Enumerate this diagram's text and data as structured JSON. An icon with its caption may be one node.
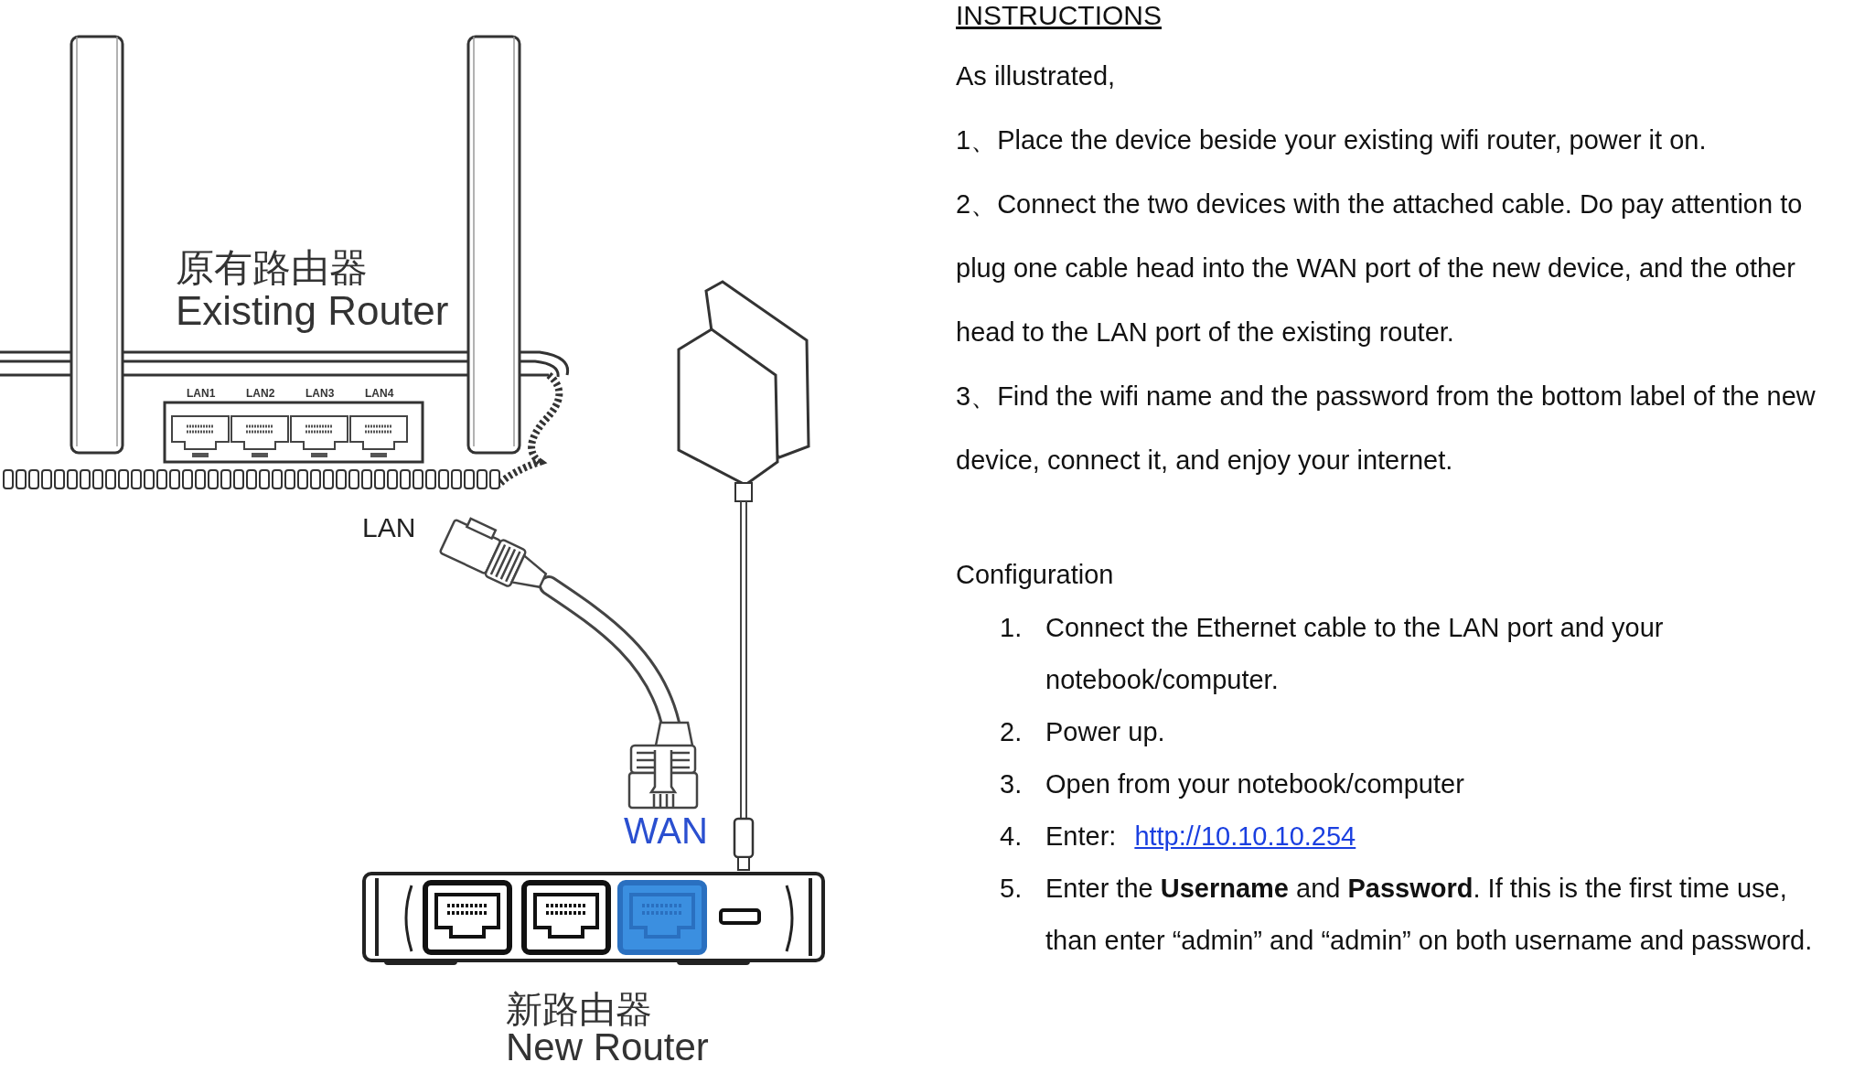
{
  "diagram": {
    "title": "INSTRUCTIONS",
    "nodes": [
      {
        "text": [
          "原有路由器",
          "Existing Router"
        ]
      },
      {
        "text": [
          "新路由器",
          "New Router"
        ]
      }
    ],
    "labels": [
      "LAN1",
      "LAN2",
      "LAN3",
      "LAN4",
      "LAN",
      "WAN",
      "As illustrated,",
      "1、Place the device beside your existing wifi router, power it on.",
      "2、Connect the two devices with the attached cable. Do pay attention to plug one cable head into the WAN port of the new device, and the other head to the LAN port of the existing router.",
      "3、Find the wifi name and the password from the bottom label of the new device, connect it, and enjoy your internet.",
      "Configuration",
      "1.",
      "Connect the Ethernet cable to the LAN port and your notebook/computer.",
      "2.",
      "Power up.",
      "3.",
      "Open from your notebook/computer",
      "4.",
      "Enter:",
      "http://10.10.10.254",
      "5.",
      "Enter the **Username** and **Password**. If this is the first time use, than enter “admin” and “admin” on both username and password."
    ]
  }
}
